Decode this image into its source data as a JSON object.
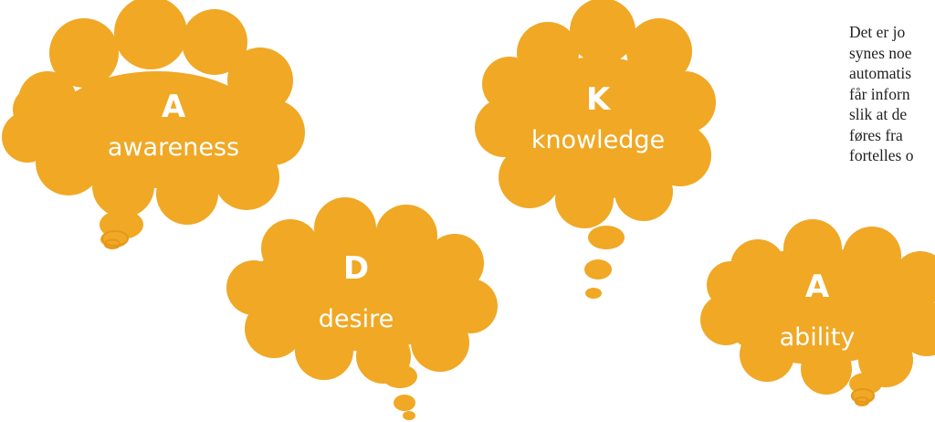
{
  "clouds": [
    {
      "letter": "A",
      "word": "awareness"
    },
    {
      "letter": "K",
      "word": "knowledge"
    },
    {
      "letter": "D",
      "word": "desire"
    },
    {
      "letter": "A",
      "word": "ability"
    }
  ],
  "paragraph_lines": [
    "Det er jo",
    "synes noe",
    "automatis",
    "får inforn",
    "slik at de",
    "føres fra",
    "fortelles o"
  ],
  "colors": {
    "cloud": "#f0a825",
    "cloud_text": "#ffffff",
    "body_text": "#222222"
  }
}
